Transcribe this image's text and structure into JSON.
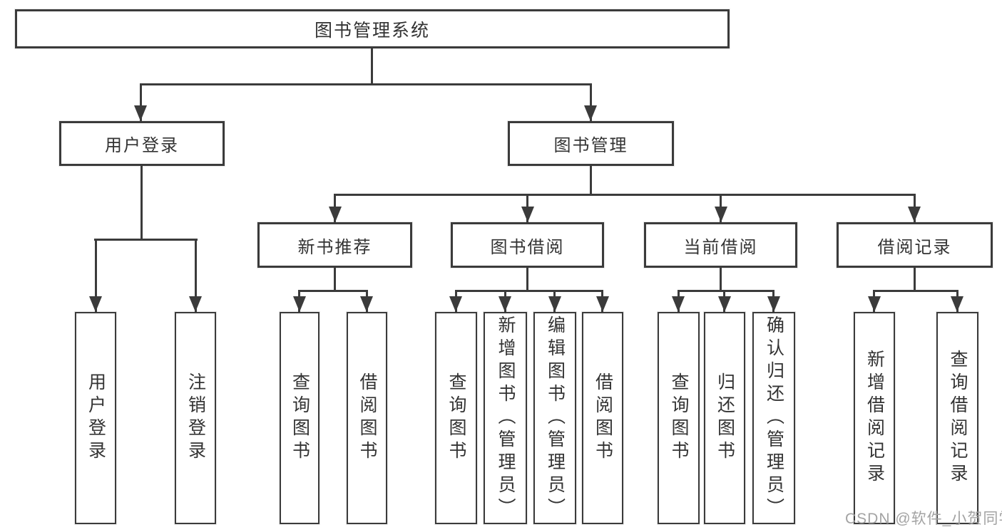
{
  "tree": {
    "label": "图书管理系统",
    "children": [
      {
        "label": "用户登录",
        "children": [
          {
            "label": "用户登录"
          },
          {
            "label": "注销登录"
          }
        ]
      },
      {
        "label": "图书管理",
        "children": [
          {
            "label": "新书推荐",
            "children": [
              {
                "label": "查询图书"
              },
              {
                "label": "借阅图书"
              }
            ]
          },
          {
            "label": "图书借阅",
            "children": [
              {
                "label": "查询图书"
              },
              {
                "label": "新增图书（管理员）"
              },
              {
                "label": "编辑图书（管理员）"
              },
              {
                "label": "借阅图书"
              }
            ]
          },
          {
            "label": "当前借阅",
            "children": [
              {
                "label": "查询图书"
              },
              {
                "label": "归还图书"
              },
              {
                "label": "确认归还（管理员）"
              }
            ]
          },
          {
            "label": "借阅记录",
            "children": [
              {
                "label": "新增借阅记录"
              },
              {
                "label": "查询借阅记录"
              }
            ]
          }
        ]
      }
    ]
  },
  "watermark": {
    "text": "CSDN @软件_小贺同学"
  },
  "colors": {
    "line": "#3b3b3b",
    "box_border": "#3b3b3b",
    "text": "#333333",
    "watermark": "#a3a3a3",
    "background": "#ffffff"
  }
}
